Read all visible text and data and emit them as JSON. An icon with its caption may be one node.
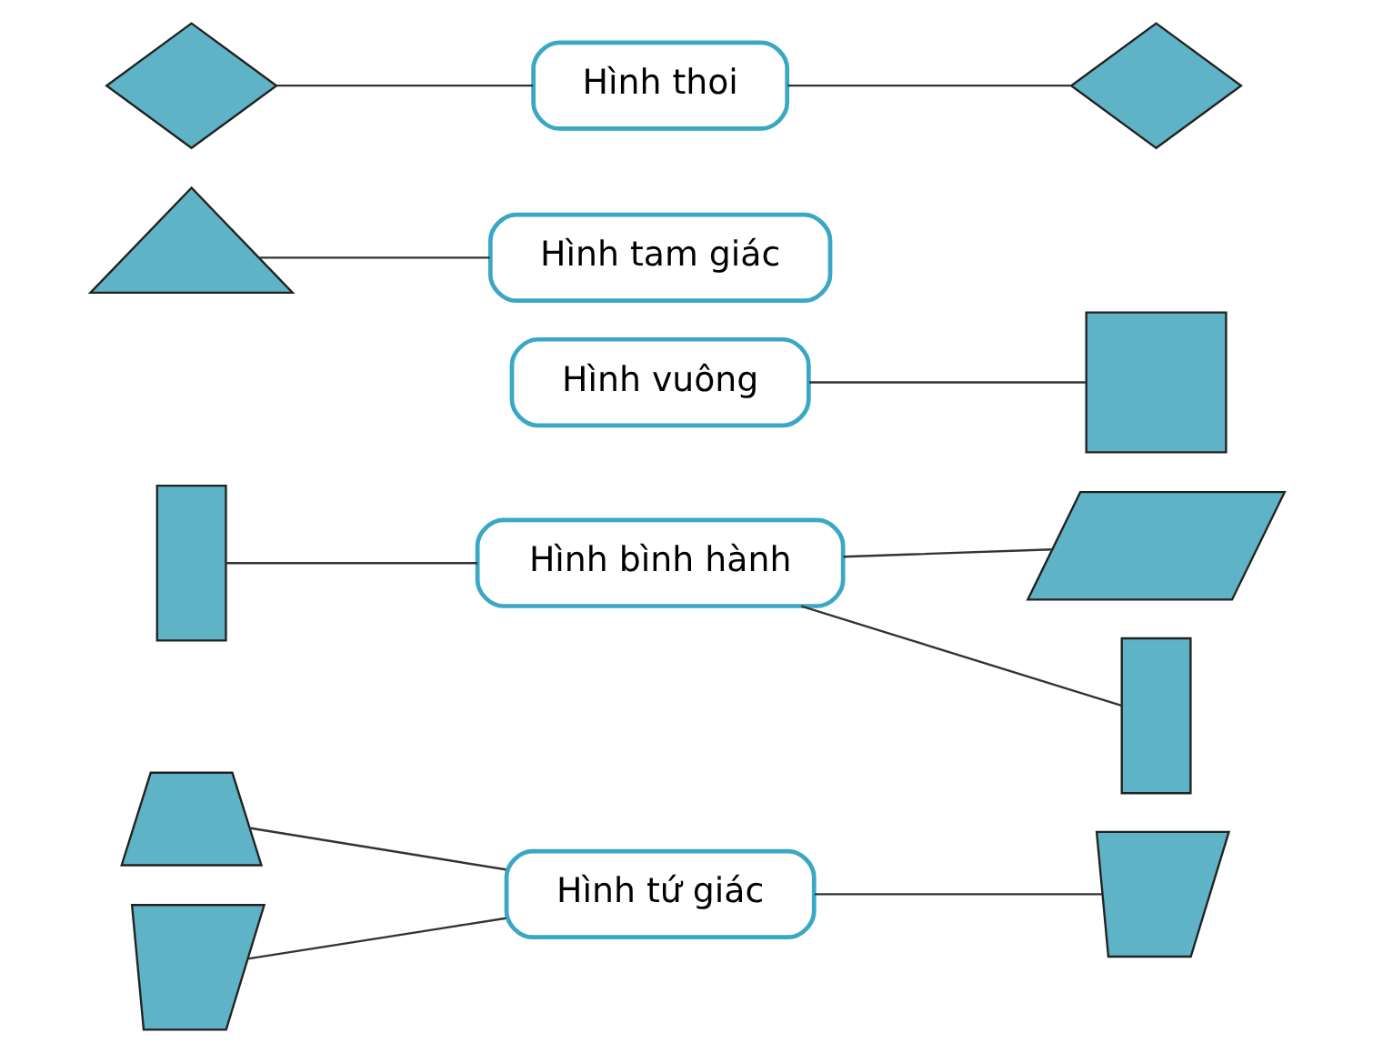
{
  "diagram": {
    "nodes": [
      {
        "text": [],
        "shape": "trapezoid"
      },
      {
        "text": [],
        "shape": "rectangle"
      },
      {
        "text": [],
        "shape": "square"
      },
      {
        "text": [
          "Hình tứ giác"
        ]
      },
      {
        "text": [],
        "shape": "quadrilateral"
      },
      {
        "text": [],
        "shape": "quadrilateral"
      },
      {
        "text": [
          "Hình tam giác"
        ]
      },
      {
        "text": [
          "Hình vuông"
        ]
      },
      {
        "text": [],
        "shape": "triangle"
      },
      {
        "text": [],
        "shape": "parallelogram"
      },
      {
        "text": [
          "Hình bình hành"
        ]
      },
      {
        "text": [],
        "shape": "rectangle"
      },
      {
        "text": [],
        "shape": "diamond"
      },
      {
        "text": [
          "Hình thoi"
        ]
      },
      {
        "text": [],
        "shape": "diamond"
      }
    ],
    "edges": [
      {
        "from": 0,
        "to": 3,
        "arrow": "none"
      },
      {
        "from": 5,
        "to": 3,
        "arrow": "none"
      },
      {
        "from": 3,
        "to": 4,
        "arrow": "none"
      },
      {
        "from": 1,
        "to": 10,
        "arrow": "none"
      },
      {
        "from": 8,
        "to": 6,
        "arrow": "none"
      },
      {
        "from": 7,
        "to": 2,
        "arrow": "none"
      },
      {
        "from": 10,
        "to": 9,
        "arrow": "none"
      },
      {
        "from": 10,
        "to": 11,
        "arrow": "none"
      },
      {
        "from": 12,
        "to": 13,
        "arrow": "none"
      },
      {
        "from": 13,
        "to": 14,
        "arrow": "none"
      }
    ]
  }
}
